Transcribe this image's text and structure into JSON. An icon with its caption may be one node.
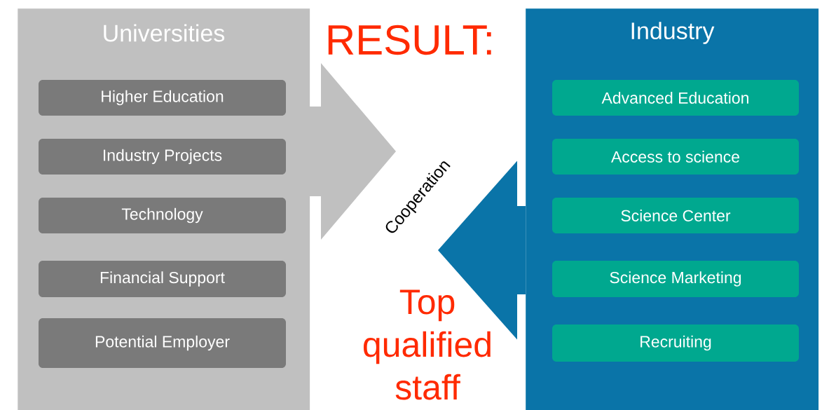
{
  "diagram": {
    "nodes": [
      {
        "text": [
          "Universities"
        ]
      },
      {
        "text": [
          "Higher Education"
        ],
        "in": 0
      },
      {
        "text": [
          "Industry Projects"
        ],
        "in": 0
      },
      {
        "text": [
          "Technology"
        ],
        "in": 0
      },
      {
        "text": [
          "Financial Support"
        ],
        "in": 0
      },
      {
        "text": [
          "Potential Employer"
        ],
        "in": 0
      },
      {
        "text": [
          "Industry"
        ]
      },
      {
        "text": [
          "Advanced Education"
        ],
        "in": 6
      },
      {
        "text": [
          "Access to science"
        ],
        "in": 6
      },
      {
        "text": [
          "Science Center"
        ],
        "in": 6
      },
      {
        "text": [
          "Science Marketing"
        ],
        "in": 6
      },
      {
        "text": [
          "Recruiting"
        ],
        "in": 6
      }
    ],
    "edges": [
      {
        "from": 0,
        "to": null,
        "arrow": "to",
        "color": "#c0c0c0"
      },
      {
        "from": 6,
        "to": null,
        "arrow": "to",
        "color": "#0a74a8"
      }
    ],
    "labels": [
      "RESULT:",
      "Cooperation",
      "Top qualified staff"
    ]
  }
}
